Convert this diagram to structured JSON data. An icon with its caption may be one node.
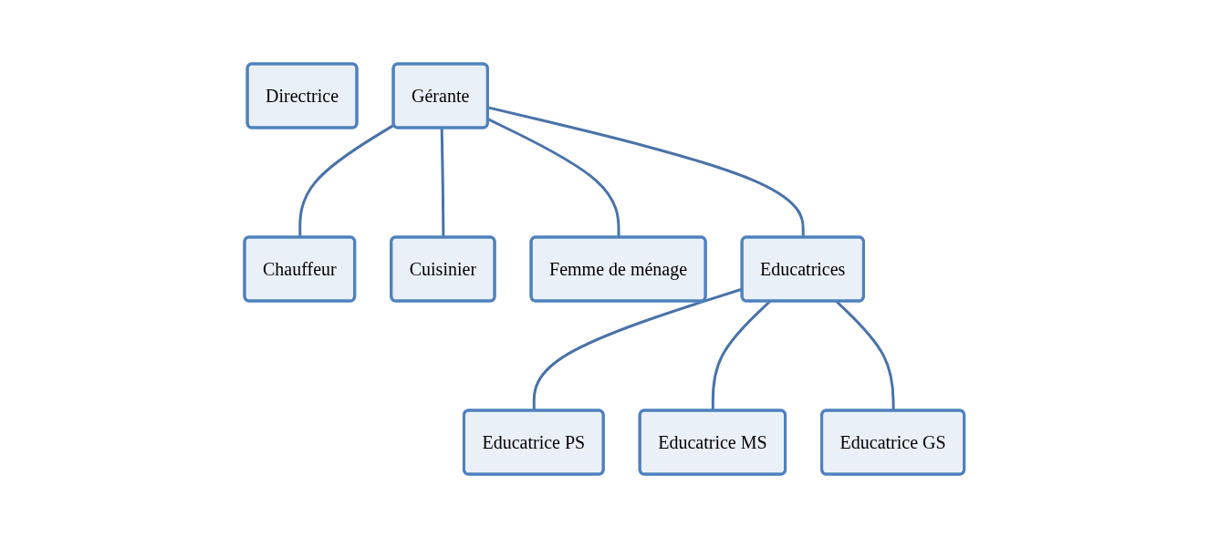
{
  "diagram": {
    "nodes": [
      {
        "text": [
          "Directrice"
        ]
      },
      {
        "text": [
          "Gérante"
        ]
      },
      {
        "text": [
          "Chauffeur"
        ]
      },
      {
        "text": [
          "Cuisinier"
        ]
      },
      {
        "text": [
          "Femme de ménage"
        ]
      },
      {
        "text": [
          "Educatrices"
        ]
      },
      {
        "text": [
          "Educatrice PS"
        ]
      },
      {
        "text": [
          "Educatrice MS"
        ]
      },
      {
        "text": [
          "Educatrice GS"
        ]
      }
    ],
    "edges": [
      {
        "from": 1,
        "to": 2,
        "arrow": "none"
      },
      {
        "from": 1,
        "to": 3,
        "arrow": "none"
      },
      {
        "from": 1,
        "to": 4,
        "arrow": "none"
      },
      {
        "from": 1,
        "to": 5,
        "arrow": "none"
      },
      {
        "from": 5,
        "to": 6,
        "arrow": "none"
      },
      {
        "from": 5,
        "to": 7,
        "arrow": "none"
      },
      {
        "from": 5,
        "to": 8,
        "arrow": "none"
      }
    ]
  }
}
